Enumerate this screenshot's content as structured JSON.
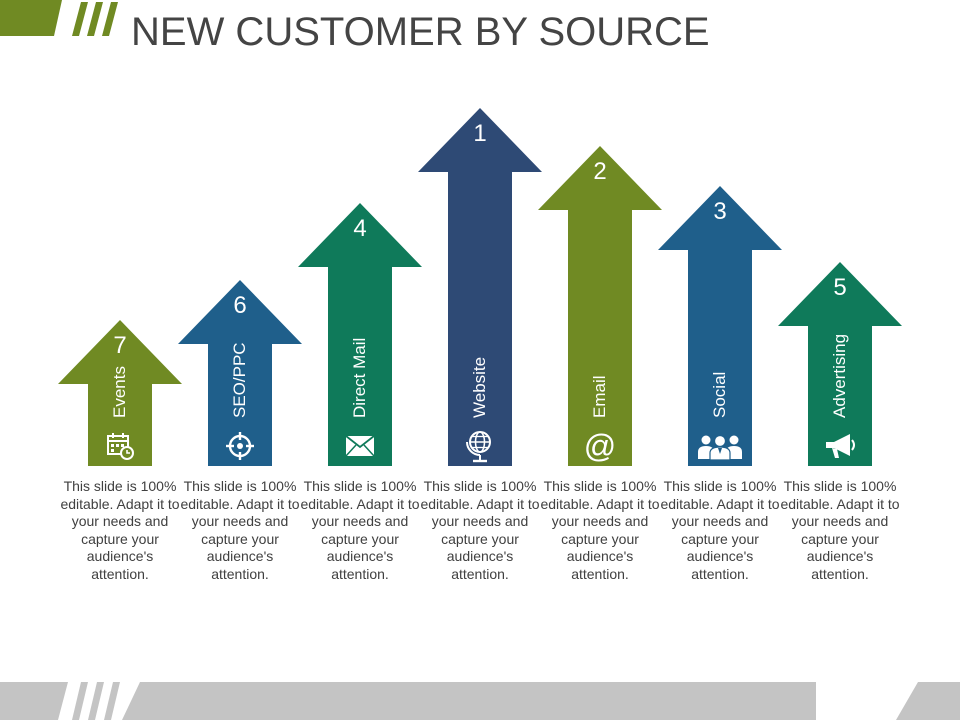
{
  "title": "NEW CUSTOMER BY SOURCE",
  "colors": {
    "olive": "#708a23",
    "blue": "#1f5f8b",
    "teal": "#0f7a5a",
    "navy": "#2e4a75",
    "gray": "#c4c4c4",
    "text": "#444444"
  },
  "arrows": [
    {
      "rank": "7",
      "label": "Events",
      "icon": "calendar-clock-icon",
      "color": "#708a23",
      "desc": "This slide is 100% editable. Adapt it to your needs and capture your audience's attention."
    },
    {
      "rank": "6",
      "label": "SEO/PPC",
      "icon": "crosshair-icon",
      "color": "#1f5f8b",
      "desc": "This slide is 100% editable. Adapt it to your needs and capture your audience's attention."
    },
    {
      "rank": "4",
      "label": "Direct Mail",
      "icon": "envelope-icon",
      "color": "#0f7a5a",
      "desc": "This slide is 100% editable. Adapt it to your needs and capture your audience's attention."
    },
    {
      "rank": "1",
      "label": "Website",
      "icon": "globe-icon",
      "color": "#2e4a75",
      "desc": "This slide is 100% editable. Adapt it to your needs and capture your audience's attention."
    },
    {
      "rank": "2",
      "label": "Email",
      "icon": "at-sign-icon",
      "color": "#708a23",
      "desc": "This slide is 100% editable. Adapt it to your needs and capture your audience's attention."
    },
    {
      "rank": "3",
      "label": "Social",
      "icon": "people-icon",
      "color": "#1f5f8b",
      "desc": "This slide is 100% editable. Adapt it to your needs and capture your audience's attention."
    },
    {
      "rank": "5",
      "label": "Advertising",
      "icon": "megaphone-icon",
      "color": "#0f7a5a",
      "desc": "This slide is 100% editable. Adapt it to your needs and capture your audience's attention."
    }
  ]
}
